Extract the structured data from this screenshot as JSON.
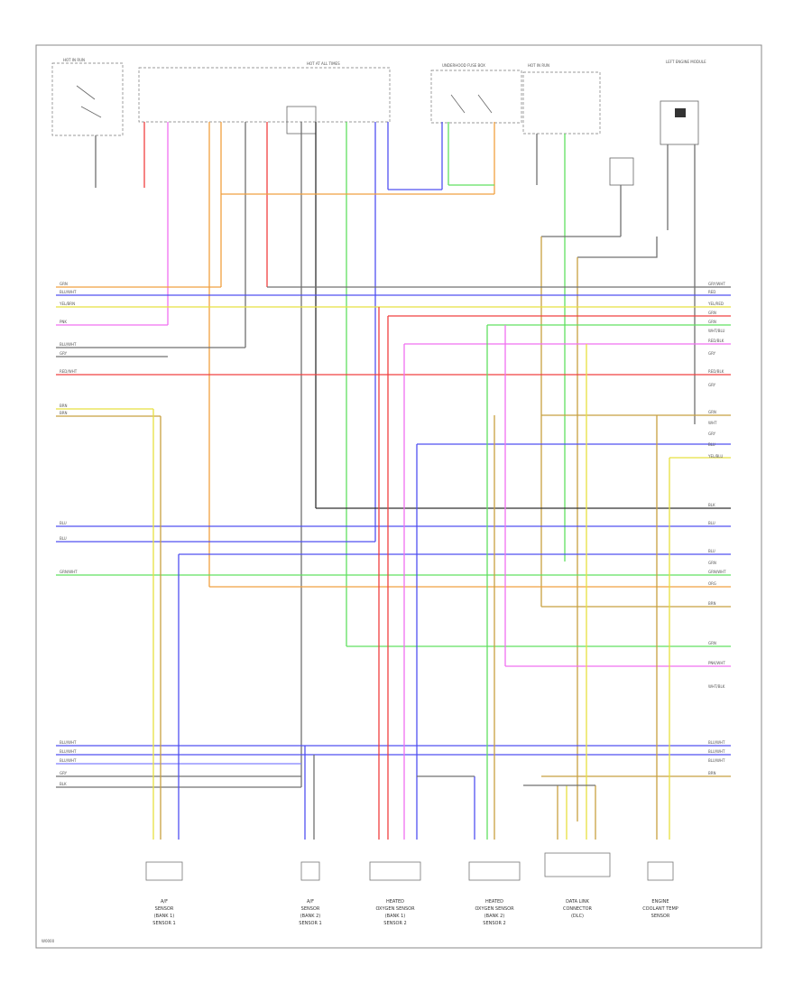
{
  "colors": {
    "pink": "#f070f0",
    "orange": "#f0a040",
    "blue": "#5050f0",
    "yellow": "#e8e040",
    "red": "#f04040",
    "green": "#60e060",
    "gray": "#707070",
    "tan": "#c8a040",
    "light_blue": "#8080ff",
    "dark": "#303030"
  },
  "diagram_id": "W0000",
  "top_labels": {
    "fuse_block_left": "HOT IN RUN",
    "fuse_block_mid": "HOT AT ALL TIMES",
    "underhood_fuse": "UNDERHOOD FUSE BOX",
    "relay_block": "HOT IN RUN",
    "right_module": "LEFT ENGINE MODULE"
  },
  "wire_labels_left": [
    "GRN",
    "BLU/WHT",
    "YEL/BRN",
    "PNK",
    "BLU/WHT",
    "GRY",
    "RED/WHT",
    "BRN",
    "BRN",
    "BLU",
    "BLU",
    "GRN/WHT",
    "BLU/WHT",
    "BLU/WHT",
    "BLU/WHT",
    "GRY",
    "BLK"
  ],
  "wire_labels_right": [
    "GRY/WHT",
    "RED",
    "YEL/RED",
    "GRN",
    "GRN",
    "WHT/BLU",
    "RED/BLK",
    "GRY",
    "RED/BLK",
    "GRY",
    "GRN",
    "WHT",
    "GRY",
    "BLU",
    "YEL/BLU",
    "BLK",
    "BLU",
    "BLU",
    "GRN",
    "GRN/WHT",
    "ORG",
    "BRN",
    "GRN",
    "PNK/WHT",
    "WHT/BLK",
    "BLU/WHT",
    "BLU/WHT",
    "BLU/WHT",
    "BRN"
  ],
  "bottom_labels": [
    {
      "line1": "A/F",
      "line2": "SENSOR",
      "line3": "(BANK 1)",
      "line4": "SENSOR 1"
    },
    {
      "line1": "A/F",
      "line2": "SENSOR",
      "line3": "(BANK 2)",
      "line4": "SENSOR 1"
    },
    {
      "line1": "HEATED",
      "line2": "OXYGEN SENSOR",
      "line3": "(BANK 1)",
      "line4": "SENSOR 2"
    },
    {
      "line1": "HEATED",
      "line2": "OXYGEN SENSOR",
      "line3": "(BANK 2)",
      "line4": "SENSOR 2"
    },
    {
      "line1": "DATA LINK",
      "line2": "CONNECTOR",
      "line3": "(DLC)",
      "line4": ""
    },
    {
      "line1": "ENGINE",
      "line2": "COOLANT TEMP",
      "line3": "SENSOR",
      "line4": ""
    }
  ]
}
